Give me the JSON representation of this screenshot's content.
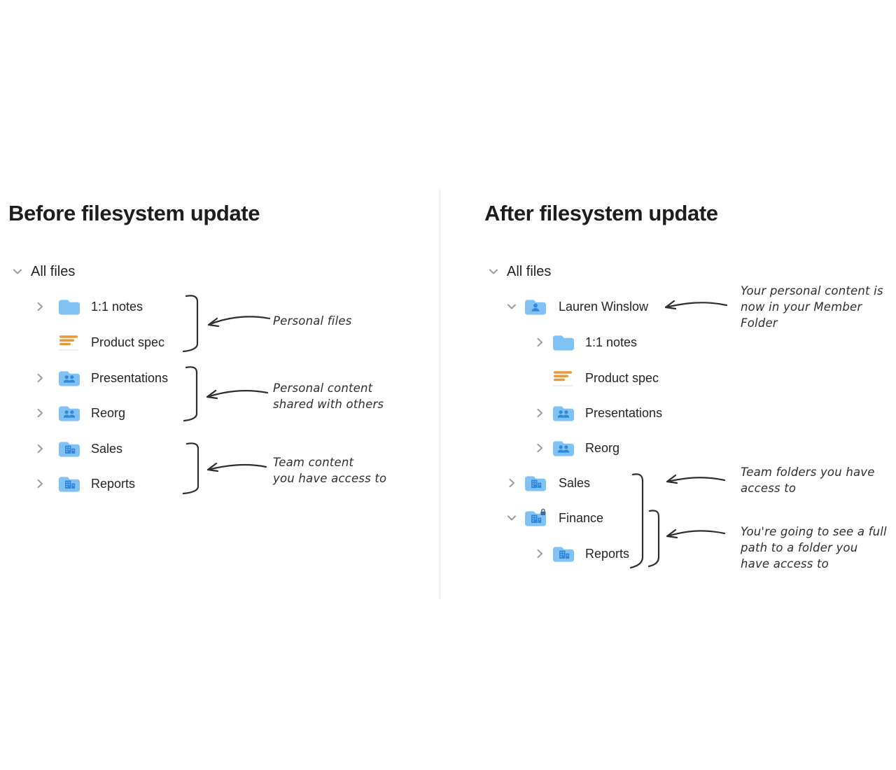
{
  "left_panel": {
    "title": "Before filesystem update",
    "tree": {
      "root_label": "All files",
      "root_icon": "chevron-down-icon",
      "items": [
        {
          "label": "1:1 notes",
          "icon": "folder-icon",
          "chevron": "chevron-right-icon",
          "level": 1
        },
        {
          "label": "Product spec",
          "icon": "paper-doc-icon",
          "chevron": "none",
          "level": 1
        },
        {
          "label": "Presentations",
          "icon": "shared-folder-icon",
          "chevron": "chevron-right-icon",
          "level": 1
        },
        {
          "label": "Reorg",
          "icon": "shared-folder-icon",
          "chevron": "chevron-right-icon",
          "level": 1
        },
        {
          "label": "Sales",
          "icon": "team-folder-icon",
          "chevron": "chevron-right-icon",
          "level": 1
        },
        {
          "label": "Reports",
          "icon": "team-folder-icon",
          "chevron": "chevron-right-icon",
          "level": 1
        }
      ]
    },
    "annotations": [
      {
        "id": "personal-files",
        "lines": [
          "Personal files"
        ]
      },
      {
        "id": "personal-shared",
        "lines": [
          "Personal content",
          "shared with others"
        ]
      },
      {
        "id": "team-content",
        "lines": [
          "Team content",
          "you have access to"
        ]
      }
    ]
  },
  "right_panel": {
    "title": "After filesystem update",
    "tree": {
      "root_label": "All files",
      "root_icon": "chevron-down-icon",
      "items": [
        {
          "label": "Lauren Winslow",
          "icon": "member-folder-icon",
          "chevron": "chevron-down-icon",
          "level": 1
        },
        {
          "label": "1:1 notes",
          "icon": "folder-icon",
          "chevron": "chevron-right-icon",
          "level": 2
        },
        {
          "label": "Product spec",
          "icon": "paper-doc-icon",
          "chevron": "none",
          "level": 2
        },
        {
          "label": "Presentations",
          "icon": "shared-folder-icon",
          "chevron": "chevron-right-icon",
          "level": 2
        },
        {
          "label": "Reorg",
          "icon": "shared-folder-icon",
          "chevron": "chevron-right-icon",
          "level": 2
        },
        {
          "label": "Sales",
          "icon": "team-folder-icon",
          "chevron": "chevron-right-icon",
          "level": 1
        },
        {
          "label": "Finance",
          "icon": "locked-team-folder-icon",
          "chevron": "chevron-down-icon",
          "level": 1
        },
        {
          "label": "Reports",
          "icon": "team-folder-icon",
          "chevron": "chevron-right-icon",
          "level": 2
        }
      ]
    },
    "annotations": [
      {
        "id": "member-folder",
        "lines": [
          "Your personal content is",
          "now in your Member",
          "Folder"
        ]
      },
      {
        "id": "team-folders",
        "lines": [
          "Team folders you have",
          "access to"
        ]
      },
      {
        "id": "full-path",
        "lines": [
          "You're going to see a full",
          "path to a folder you",
          "have access to"
        ]
      }
    ]
  },
  "colors": {
    "folder_blue": "#7fc2f3",
    "glyph_blue": "#3187d9",
    "lock_badge": "#3d6b96",
    "doc_orange": "#e5993b",
    "doc_underline": "#ececec",
    "chevron_gray": "#9b9b9b",
    "annotation_ink": "#2e2e2e",
    "divider": "#eae8e4",
    "title_text": "#1d1d1d",
    "label_text": "#242424"
  }
}
